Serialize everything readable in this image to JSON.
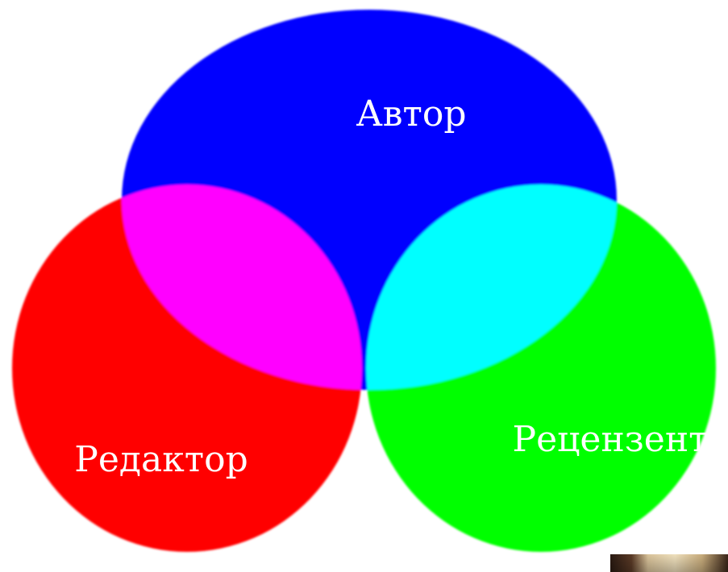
{
  "diagram": {
    "type": "venn",
    "sets": [
      {
        "id": "author",
        "label": "Автор",
        "color": "#0000ff"
      },
      {
        "id": "editor",
        "label": "Редактор",
        "color": "#ff0000"
      },
      {
        "id": "reviewer",
        "label": "Рецензент",
        "color": "#00ff00"
      }
    ],
    "overlaps": {
      "author_editor": "#ff00ff",
      "author_reviewer": "#00ffff",
      "editor_reviewer": "#ffff00",
      "all_three": "#ffffff"
    },
    "label_color": "#ffffff"
  },
  "corner_image": {
    "icon": "photo-thumbnail"
  }
}
